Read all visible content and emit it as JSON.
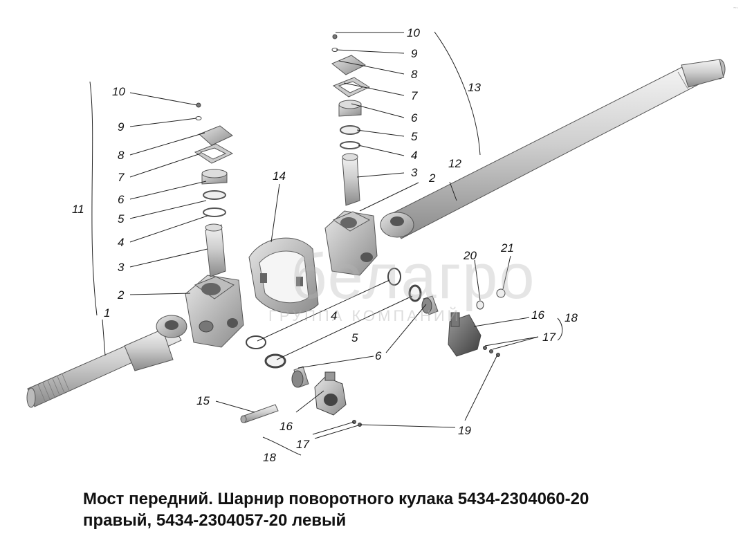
{
  "caption": {
    "line1": "Мост передний. Шарнир поворотного кулака 5434-2304060-20",
    "line2": "правый, 5434-2304057-20 левый"
  },
  "watermark": {
    "brand": "белагро",
    "subtitle": "ГРУППА КОМПАНИЙ"
  },
  "callouts": {
    "left_10": "10",
    "left_9": "9",
    "left_8": "8",
    "left_7": "7",
    "left_6": "6",
    "left_5": "5",
    "left_4": "4",
    "left_3": "3",
    "left_2": "2",
    "left_1": "1",
    "left_11": "11",
    "top_10": "10",
    "top_9": "9",
    "top_8": "8",
    "top_7": "7",
    "top_6": "6",
    "top_5": "5",
    "top_4": "4",
    "top_3": "3",
    "top_2": "2",
    "top_13": "13",
    "top_12": "12",
    "c_14": "14",
    "c_4": "4",
    "c_5": "5",
    "c_6": "6",
    "r_20": "20",
    "r_21": "21",
    "r_16": "16",
    "r_18": "18",
    "r_17": "17",
    "b_15": "15",
    "b_16": "16",
    "b_17": "17",
    "b_18": "18",
    "b_19": "19"
  }
}
